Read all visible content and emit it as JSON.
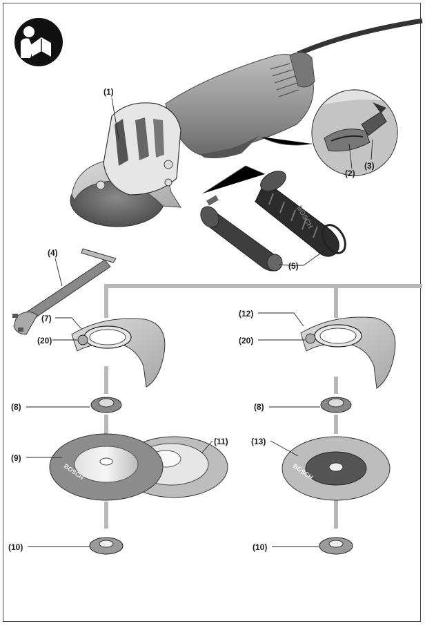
{
  "icon": "read-manual-icon",
  "labels": {
    "l1": "(1)",
    "l2": "(2)",
    "l3": "(3)",
    "l4": "(4)",
    "l5": "(5)",
    "l7": "(7)",
    "l20a": "(20)",
    "l8a": "(8)",
    "l9": "(9)",
    "l11": "(11)",
    "l10a": "(10)",
    "l12": "(12)",
    "l20b": "(20)",
    "l8b": "(8)",
    "l13": "(13)",
    "l10b": "(10)"
  },
  "disc_text": {
    "brand_left": "BOSCH",
    "brand_right": "BOSCH",
    "grip_brand": "BOSCH"
  },
  "colors": {
    "icon_black": "#111111",
    "tool_grey": "#9a9a9a",
    "light_grey": "#cfcfcf",
    "dark_grey": "#3a3a3a",
    "guide_grey": "#b8b8b8"
  }
}
